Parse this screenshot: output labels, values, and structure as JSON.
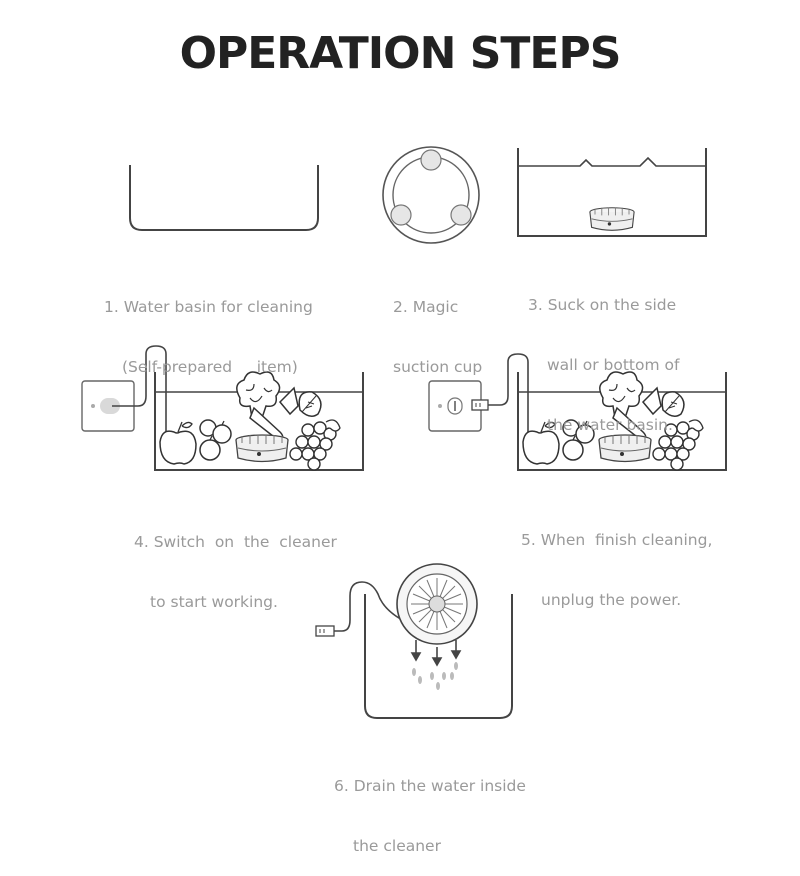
{
  "title": "OPERATION STEPS",
  "steps": [
    {
      "line1": "1. Water basin for cleaning",
      "line2": "(Self-prepared     item)"
    },
    {
      "line1": "2. Magic",
      "line2": "suction cup"
    },
    {
      "line1": "3. Suck on the side",
      "line2": "wall or bottom of",
      "line3": "the water basin."
    },
    {
      "line1": "4. Switch  on  the  cleaner",
      "line2": "to start working."
    },
    {
      "line1": "5. When  finish cleaning,",
      "line2": "unplug the power."
    },
    {
      "line1": "6. Drain the water inside",
      "line2": "the cleaner"
    }
  ],
  "icons": [
    "basin-icon",
    "suction-cup-icon",
    "cleaner-in-basin-icon",
    "power-socket-icon",
    "produce-icon",
    "plug-icon",
    "water-drop-icon",
    "down-arrow-icon"
  ],
  "colors": {
    "title": "#222222",
    "caption": "#9a9a9a",
    "line": "#444444"
  }
}
